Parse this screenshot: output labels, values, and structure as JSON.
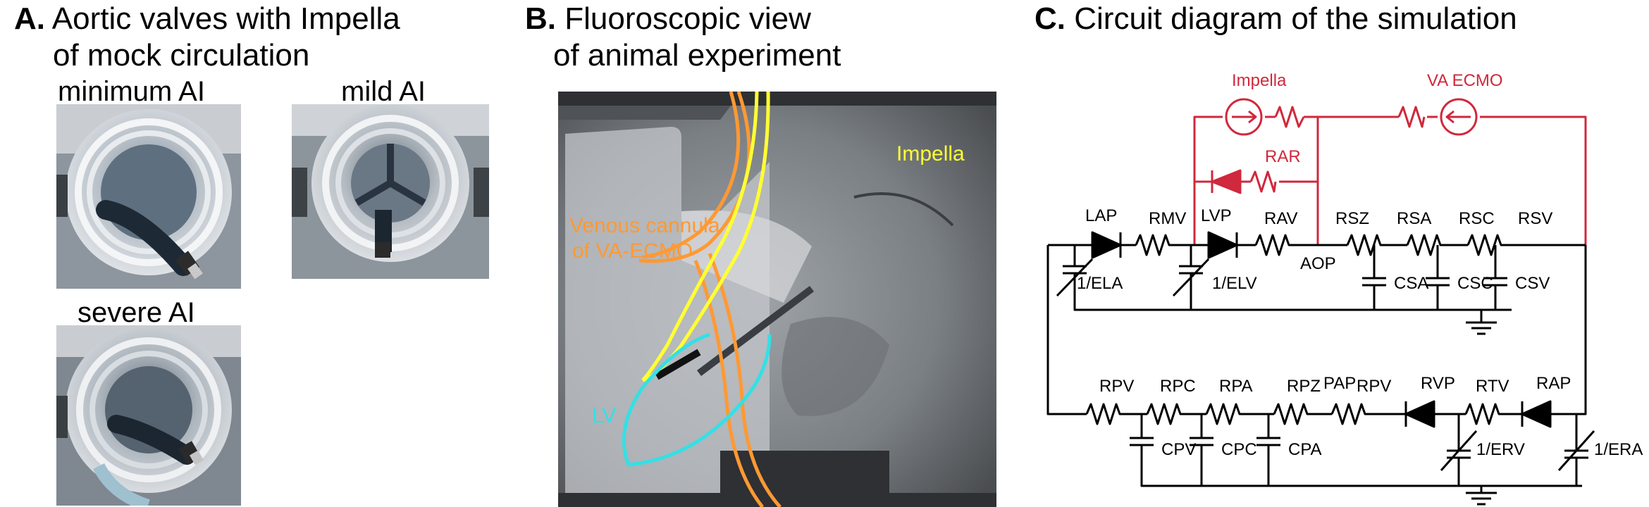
{
  "panelA": {
    "letter": "A.",
    "title_line1": "Aortic valves with Impella",
    "title_line2": "of mock circulation",
    "labels": {
      "minimum": "minimum AI",
      "mild": "mild AI",
      "severe": "severe AI"
    }
  },
  "panelB": {
    "letter": "B.",
    "title_line1": "Fluoroscopic view",
    "title_line2": "of animal experiment",
    "annotations": {
      "impella": "Impella",
      "venous_line1": "Venous cannula",
      "venous_line2": "of VA-ECMO",
      "lv": "LV"
    },
    "colors": {
      "impella": "#ffff33",
      "cannula": "#ff9933",
      "lv": "#33e0e6"
    }
  },
  "panelC": {
    "letter": "C.",
    "title": "Circuit diagram of the simulation",
    "labels": {
      "impella": "Impella",
      "va_ecmo": "VA ECMO",
      "rar": "RAR",
      "lap": "LAP",
      "rmv": "RMV",
      "lvp": "LVP",
      "rav": "RAV",
      "aop": "AOP",
      "rsz": "RSZ",
      "rsa": "RSA",
      "rsc": "RSC",
      "rsv": "RSV",
      "ela": "1/ELA",
      "elv": "1/ELV",
      "csa": "CSA",
      "csc": "CSC",
      "csv": "CSV",
      "rpv1": "RPV",
      "rpc": "RPC",
      "rpa": "RPA",
      "rpz": "RPZ",
      "pap": "PAP",
      "rpv2": "RPV",
      "rvp": "RVP",
      "rtv": "RTV",
      "rap": "RAP",
      "cpv": "CPV",
      "cpc": "CPC",
      "cpa": "CPA",
      "erv": "1/ERV",
      "era": "1/ERA"
    },
    "colors": {
      "mcs": "#d0283c",
      "circuit": "#000000"
    }
  }
}
